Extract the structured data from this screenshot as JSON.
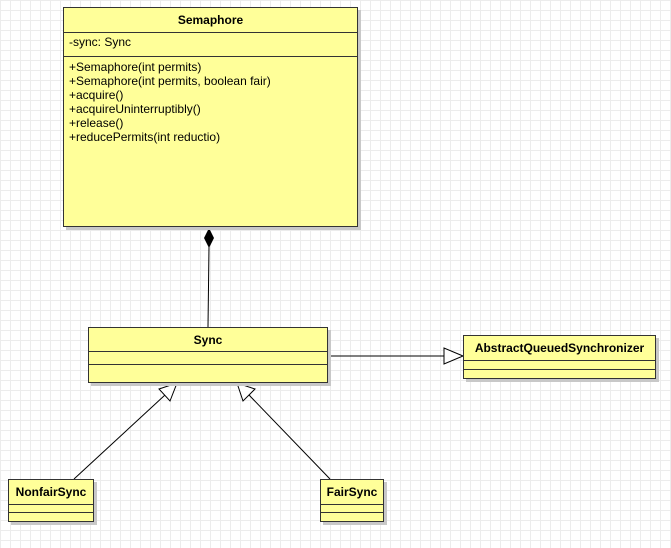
{
  "classes": {
    "semaphore": {
      "name": "Semaphore",
      "attributes": [
        "-sync: Sync"
      ],
      "operations": [
        "+Semaphore(int permits)",
        "+Semaphore(int permits, boolean fair)",
        "+acquire()",
        "+acquireUninterruptibly()",
        "+release()",
        "+reducePermits(int reductio)"
      ]
    },
    "sync": {
      "name": "Sync"
    },
    "aqs": {
      "name": "AbstractQueuedSynchronizer"
    },
    "nonfair": {
      "name": "NonfairSync"
    },
    "fair": {
      "name": "FairSync"
    }
  },
  "colors": {
    "class_fill": "#ffff99",
    "border": "#333333",
    "shadow": "#c8c8c8",
    "grid": "#ececec"
  },
  "relationships": [
    {
      "type": "composition",
      "whole": "Semaphore",
      "part": "Sync"
    },
    {
      "type": "generalization",
      "child": "Sync",
      "parent": "AbstractQueuedSynchronizer"
    },
    {
      "type": "generalization",
      "child": "NonfairSync",
      "parent": "Sync"
    },
    {
      "type": "generalization",
      "child": "FairSync",
      "parent": "Sync"
    }
  ]
}
